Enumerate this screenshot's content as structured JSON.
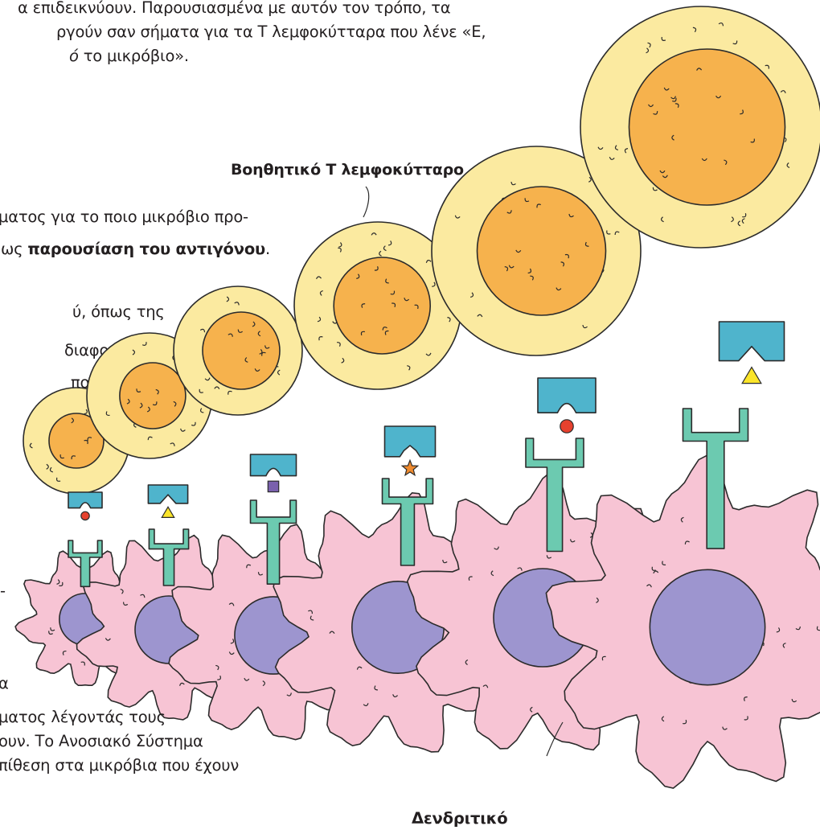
{
  "top_text": {
    "line1": "α επιδεικνύουν. Παρουσιασμένα με αυτόν τον τρόπο, τα",
    "line2": "ργούν σαν σήματα για τα Τ λεμφοκύτταρα που λένε «Ε,",
    "line3_italic": "ό",
    "line3_rest": " το μικρόβιο»."
  },
  "label_helper_t_cell": "Βοηθητικό Τ λεμφοκύτταρο",
  "middle_text": {
    "line1": "ματος για το ποιο μικρόβιο προ-",
    "line2_prefix": "ως ",
    "line2_bold": "παρουσίαση του αντιγόνου",
    "line2_suffix": ".",
    "line3": "ύ, όπως της",
    "line4": " διαφορετικά",
    "line5": "πορεί"
  },
  "bottom_text": {
    "line1": "α",
    "line2": "ματος λέγοντάς τους",
    "line3": "ουν. Το Ανοσιακό Σύστημα",
    "line4": "πίθεση στα μικρόβια που έχουν"
  },
  "bottom_label_partial": "Δενδριτικό",
  "stray_mark": "-",
  "colors": {
    "t_cell_outer": "#fbeaa0",
    "t_cell_nucleus": "#f6b24d",
    "receptor_blue": "#4fb4cc",
    "mhc_green": "#6ccab0",
    "dendritic_pink": "#f7c4d4",
    "dendritic_nucleus": "#9d95cf",
    "antigen_red": "#e6412e",
    "antigen_yellow": "#fbe52a",
    "antigen_purple": "#7a61ad",
    "antigen_orange": "#ef8a2e"
  },
  "antigen_shapes": [
    "circle",
    "triangle",
    "square",
    "star",
    "circle",
    "triangle"
  ]
}
